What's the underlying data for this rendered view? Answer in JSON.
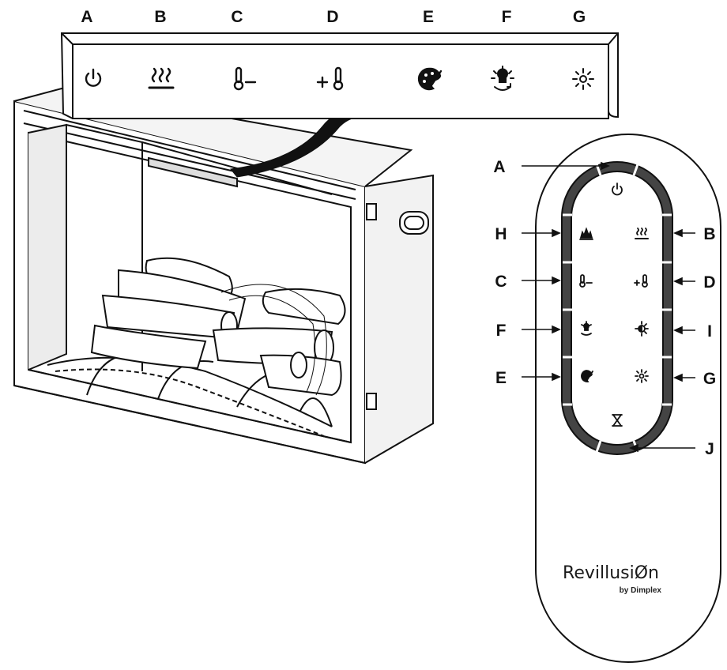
{
  "panel": {
    "letters": [
      "A",
      "B",
      "C",
      "D",
      "E",
      "F",
      "G"
    ],
    "buttons": [
      {
        "letter": "A",
        "icon": "power-icon"
      },
      {
        "letter": "B",
        "icon": "heat-icon"
      },
      {
        "letter": "C",
        "icon": "temperature-down-icon"
      },
      {
        "letter": "D",
        "icon": "temperature-up-icon"
      },
      {
        "letter": "E",
        "icon": "color-palette-icon"
      },
      {
        "letter": "F",
        "icon": "light-cycle-icon"
      },
      {
        "letter": "G",
        "icon": "brightness-icon"
      }
    ]
  },
  "remote": {
    "callouts": {
      "A": "A",
      "H": "H",
      "C": "C",
      "F": "F",
      "E": "E",
      "B": "B",
      "D": "D",
      "I": "I",
      "G": "G",
      "J": "J"
    },
    "buttons": [
      {
        "letter": "A",
        "icon": "power-icon"
      },
      {
        "letter": "H",
        "icon": "flame-icon"
      },
      {
        "letter": "B",
        "icon": "heat-icon"
      },
      {
        "letter": "C",
        "icon": "temperature-down-icon"
      },
      {
        "letter": "D",
        "icon": "temperature-up-icon"
      },
      {
        "letter": "F",
        "icon": "light-cycle-icon"
      },
      {
        "letter": "I",
        "icon": "dimmer-icon"
      },
      {
        "letter": "E",
        "icon": "color-palette-icon"
      },
      {
        "letter": "G",
        "icon": "brightness-icon"
      },
      {
        "letter": "J",
        "icon": "timer-icon"
      }
    ],
    "brand_name": "RevillusiØn",
    "brand_sub": "by Dimplex"
  },
  "colors": {
    "line": "#111111",
    "panel_fill": "#ffffff",
    "insert_fill": "#f2f2f2"
  }
}
